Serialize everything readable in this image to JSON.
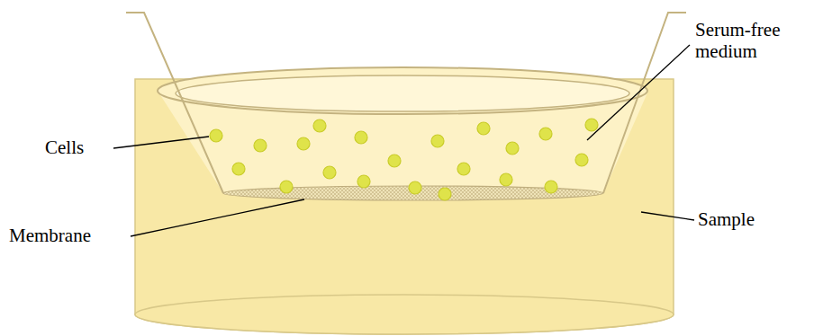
{
  "diagram": {
    "labels": [
      "Serum-free medium",
      "Cells",
      "Membrane",
      "Sample"
    ]
  }
}
